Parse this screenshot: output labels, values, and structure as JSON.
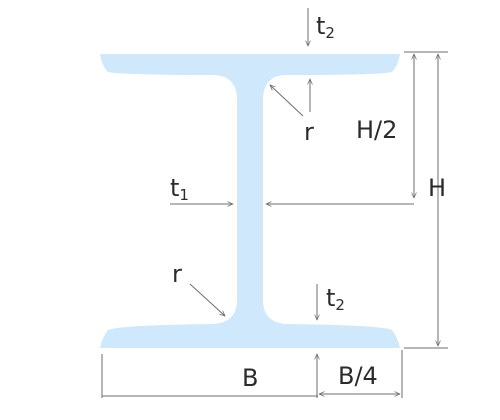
{
  "labels": {
    "t2_top": "t",
    "t2_top_sub": "2",
    "r_top": "r",
    "h_half": "H/2",
    "h": "H",
    "t1": "t",
    "t1_sub": "1",
    "r_bottom": "r",
    "t2_bottom": "t",
    "t2_bottom_sub": "2",
    "b": "B",
    "b_quarter": "B/4"
  },
  "colors": {
    "section_fill": "#cfe8fb",
    "dimension_line": "#6d6d6d",
    "text": "#2b2b2b"
  }
}
